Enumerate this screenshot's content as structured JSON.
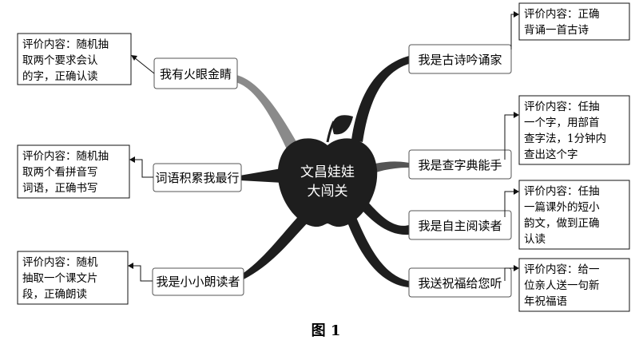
{
  "center": {
    "line1": "文昌娃娃",
    "line2": "大闯关"
  },
  "branches": {
    "b1": {
      "label": "我有火眼金睛",
      "eval": [
        "评价内容：随机抽",
        "取两个要求会认",
        "的字，正确认读"
      ]
    },
    "b2": {
      "label": "词语积累我最行",
      "eval": [
        "评价内容：随机抽",
        "取两个看拼音写",
        "词语，正确书写"
      ]
    },
    "b3": {
      "label": "我是小小朗读者",
      "eval": [
        "评价内容：随机",
        "抽取一个课文片",
        "段，正确朗读"
      ]
    },
    "b4": {
      "label": "我是古诗吟诵家",
      "eval": [
        "评价内容：正确",
        "背诵一首古诗"
      ]
    },
    "b5": {
      "label": "我是查字典能手",
      "eval": [
        "评价内容：任抽",
        "一个字，用部首",
        "查字法，1分钟内",
        "查出这个字"
      ]
    },
    "b6": {
      "label": "我是自主阅读者",
      "eval": [
        "评价内容：任抽",
        "一篇课外的短小",
        "韵文，做到正确",
        "认读"
      ]
    },
    "b7": {
      "label": "我送祝福给您听",
      "eval": [
        "评价内容：给一",
        "位亲人送一句新",
        "年祝福语"
      ]
    }
  },
  "caption": "图 1"
}
